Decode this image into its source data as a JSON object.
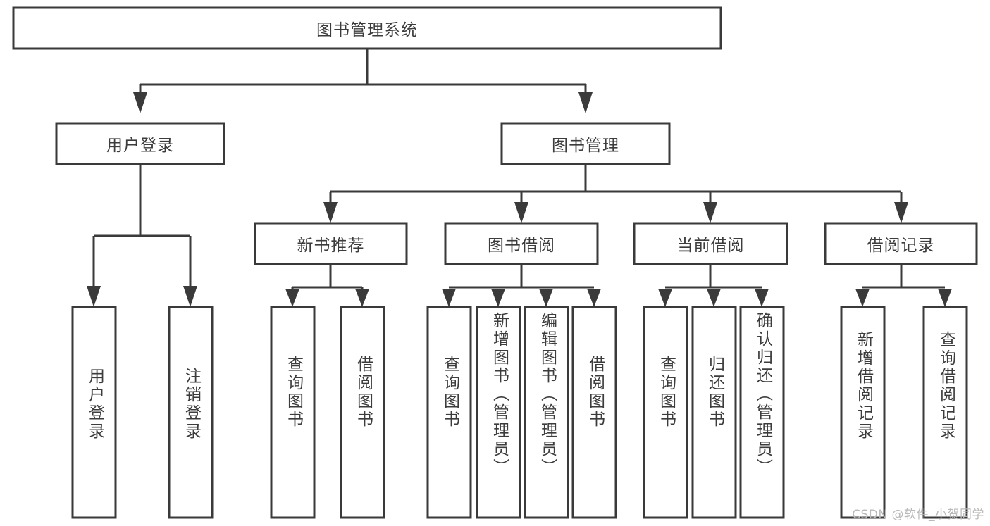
{
  "diagram": {
    "type": "tree-hierarchy",
    "title": "图书管理系统",
    "orientation": "top-down",
    "watermark": "CSDN @软件_小贺同学",
    "colors": {
      "box_stroke": "#3a3a3a",
      "box_fill": "#ffffff",
      "text": "#3c3c3c",
      "connector": "#3a3a3a",
      "background": "#ffffff",
      "watermark": "#b9b9b9"
    },
    "levels": {
      "root": "图书管理系统",
      "level2": [
        "用户登录",
        "图书管理"
      ],
      "level3": [
        "新书推荐",
        "图书借阅",
        "当前借阅",
        "借阅记录"
      ]
    },
    "nodes": {
      "root": {
        "label": "图书管理系统",
        "orientation": "horizontal"
      },
      "user_login": {
        "label": "用户登录",
        "orientation": "horizontal"
      },
      "book_manage": {
        "label": "图书管理",
        "orientation": "horizontal"
      },
      "new_book_rec": {
        "label": "新书推荐",
        "orientation": "horizontal"
      },
      "book_borrow": {
        "label": "图书借阅",
        "orientation": "horizontal"
      },
      "current_borrow": {
        "label": "当前借阅",
        "orientation": "horizontal"
      },
      "borrow_record": {
        "label": "借阅记录",
        "orientation": "horizontal"
      },
      "leaf_user_login": {
        "label": "用户登录",
        "orientation": "vertical"
      },
      "leaf_logout": {
        "label": "注销登录",
        "orientation": "vertical"
      },
      "leaf_query_book_1": {
        "label": "查询图书",
        "orientation": "vertical"
      },
      "leaf_borrow_book_1": {
        "label": "借阅图书",
        "orientation": "vertical"
      },
      "leaf_query_book_2": {
        "label": "查询图书",
        "orientation": "vertical"
      },
      "leaf_add_book": {
        "label": "新增图书（管理员）",
        "orientation": "vertical"
      },
      "leaf_edit_book": {
        "label": "编辑图书（管理员）",
        "orientation": "vertical"
      },
      "leaf_borrow_book_2": {
        "label": "借阅图书",
        "orientation": "vertical"
      },
      "leaf_query_book_3": {
        "label": "查询图书",
        "orientation": "vertical"
      },
      "leaf_return_book": {
        "label": "归还图书",
        "orientation": "vertical"
      },
      "leaf_confirm_return": {
        "label": "确认归还（管理员）",
        "orientation": "vertical"
      },
      "leaf_add_record": {
        "label": "新增借阅记录",
        "orientation": "vertical"
      },
      "leaf_query_record": {
        "label": "查询借阅记录",
        "orientation": "vertical"
      }
    },
    "edges": [
      {
        "from": "root",
        "to": "user_login"
      },
      {
        "from": "root",
        "to": "book_manage"
      },
      {
        "from": "user_login",
        "to": "leaf_user_login"
      },
      {
        "from": "user_login",
        "to": "leaf_logout"
      },
      {
        "from": "book_manage",
        "to": "new_book_rec"
      },
      {
        "from": "book_manage",
        "to": "book_borrow"
      },
      {
        "from": "book_manage",
        "to": "current_borrow"
      },
      {
        "from": "book_manage",
        "to": "borrow_record"
      },
      {
        "from": "new_book_rec",
        "to": "leaf_query_book_1"
      },
      {
        "from": "new_book_rec",
        "to": "leaf_borrow_book_1"
      },
      {
        "from": "book_borrow",
        "to": "leaf_query_book_2"
      },
      {
        "from": "book_borrow",
        "to": "leaf_add_book"
      },
      {
        "from": "book_borrow",
        "to": "leaf_edit_book"
      },
      {
        "from": "book_borrow",
        "to": "leaf_borrow_book_2"
      },
      {
        "from": "current_borrow",
        "to": "leaf_query_book_3"
      },
      {
        "from": "current_borrow",
        "to": "leaf_return_book"
      },
      {
        "from": "current_borrow",
        "to": "leaf_confirm_return"
      },
      {
        "from": "borrow_record",
        "to": "leaf_add_record"
      },
      {
        "from": "borrow_record",
        "to": "leaf_query_record"
      }
    ]
  }
}
